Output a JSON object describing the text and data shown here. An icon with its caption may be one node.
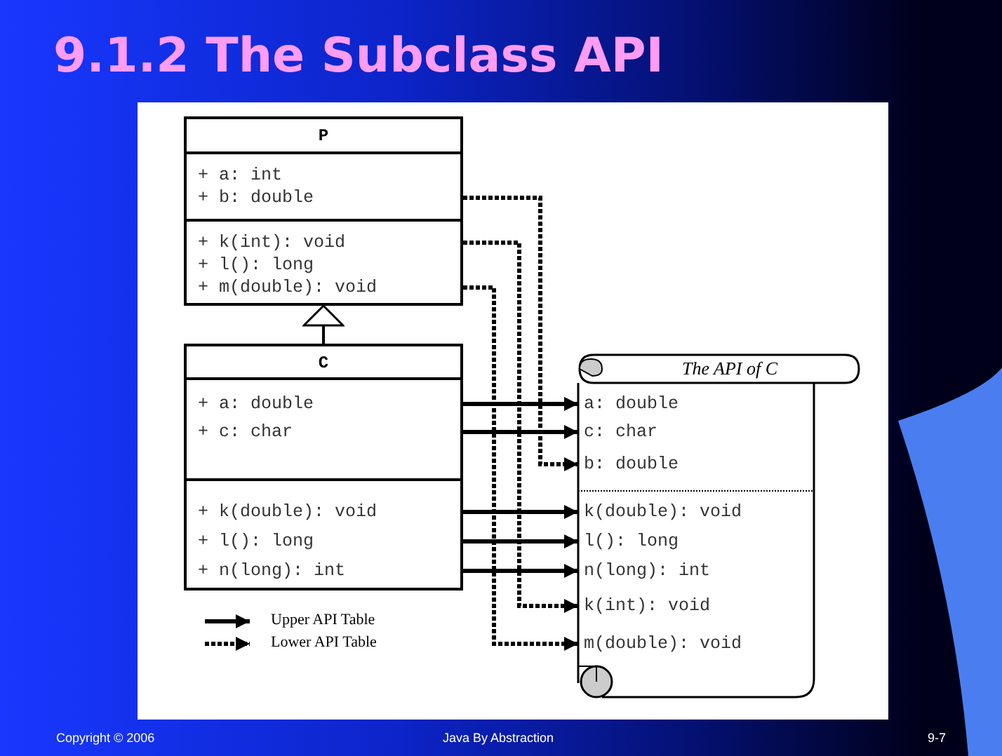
{
  "diagram": {
    "title": "9.1.2 The Subclass API",
    "nodes": [
      {
        "text": [
          "P",
          "+ a: int",
          "+ b: double",
          "+ k(int): void",
          "+ l(): long",
          "+ m(double): void"
        ]
      },
      {
        "text": [
          "C",
          "+ a: double",
          "+ c: char",
          "+ k(double): void",
          "+ l(): long",
          "+ n(long): int"
        ]
      },
      {
        "text": [
          "The API of C"
        ]
      },
      {
        "text": [
          "a: double"
        ],
        "in": 2
      },
      {
        "text": [
          "c: char"
        ],
        "in": 2
      },
      {
        "text": [
          "b: double"
        ],
        "in": 2
      },
      {
        "text": [
          "k(double): void"
        ],
        "in": 2
      },
      {
        "text": [
          "l(): long"
        ],
        "in": 2
      },
      {
        "text": [
          "n(long): int"
        ],
        "in": 2
      },
      {
        "text": [
          "k(int): void"
        ],
        "in": 2
      },
      {
        "text": [
          "m(double): void"
        ],
        "in": 2
      }
    ],
    "edges": [
      {
        "from": 1,
        "to": 0,
        "arrow": "to"
      },
      {
        "from": 1,
        "to": 3,
        "arrow": "to"
      },
      {
        "from": 1,
        "to": 4,
        "arrow": "to"
      },
      {
        "from": 0,
        "to": 5,
        "arrow": "to",
        "style": "dashed"
      },
      {
        "from": 1,
        "to": 6,
        "arrow": "to"
      },
      {
        "from": 1,
        "to": 7,
        "arrow": "to"
      },
      {
        "from": 1,
        "to": 8,
        "arrow": "to"
      },
      {
        "from": 0,
        "to": 9,
        "arrow": "to",
        "style": "dashed"
      },
      {
        "from": 0,
        "to": 10,
        "arrow": "to",
        "style": "dashed"
      }
    ],
    "labels": [
      "Copyright © 2006",
      "Java By Abstraction",
      "9-7"
    ],
    "legend": [
      {
        "text": "Upper API Table"
      },
      {
        "text": "Lower API Table"
      }
    ]
  }
}
